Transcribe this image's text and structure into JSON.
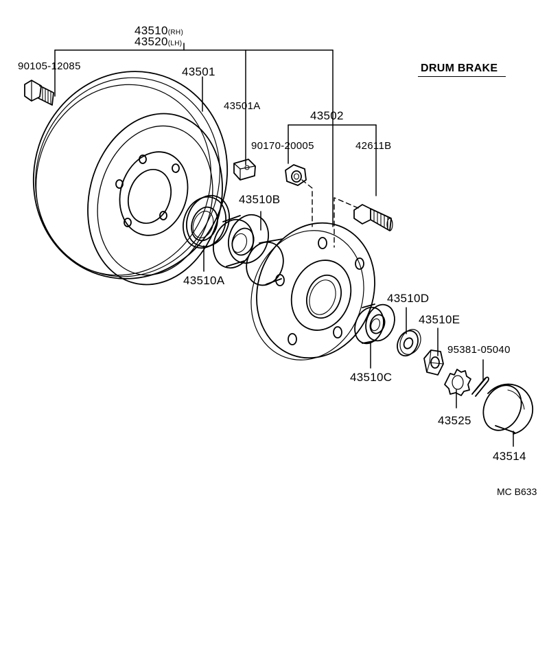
{
  "title_tag": "DRUM BRAKE",
  "figure_ref": "MC B633",
  "assembly": {
    "rh": {
      "number": "43510",
      "suffix": "(RH)"
    },
    "lh": {
      "number": "43520",
      "suffix": "(LH)"
    }
  },
  "parts": {
    "bolt": "90105-12085",
    "drum": "43501",
    "plug": "43501A",
    "hub": "43502",
    "nut": "90170-20005",
    "stud": "42611B",
    "outer_bearing_inner_seal": "43510B",
    "oil_seal": "43510A",
    "outer_bearing": "43510C",
    "thrust_washer": "43510D",
    "nut_bearing": "43510E",
    "cotter_pin": "95381-05040",
    "lock_cap": "43525",
    "grease_cap": "43514"
  }
}
